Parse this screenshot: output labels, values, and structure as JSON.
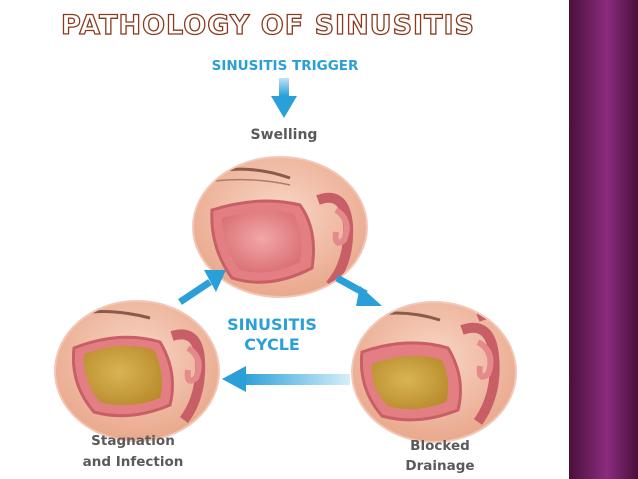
{
  "slide": {
    "title": "PATHOLOGY OF SINUSITIS",
    "title_color": "#ffffff",
    "title_outline_color": "#8a3a1e",
    "side_band_colors": [
      "#4b0f3c",
      "#8a2c7d"
    ]
  },
  "diagram": {
    "trigger_label": "SINUSITIS TRIGGER",
    "center_label_line1": "SINUSITIS",
    "center_label_line2": "CYCLE",
    "stages": [
      {
        "name": "swelling",
        "label_lines": [
          "Swelling"
        ]
      },
      {
        "name": "blocked-drainage",
        "label_lines": [
          "Blocked",
          "Drainage"
        ]
      },
      {
        "name": "stagnation-infection",
        "label_lines": [
          "Stagnation",
          "and Infection"
        ]
      }
    ],
    "colors": {
      "accent_blue": "#2a9fd8",
      "label_gray": "#5a5a5a",
      "skin": "#f2b9a0",
      "tissue": "#e88b8b",
      "mucus": "#c9a23a"
    }
  }
}
